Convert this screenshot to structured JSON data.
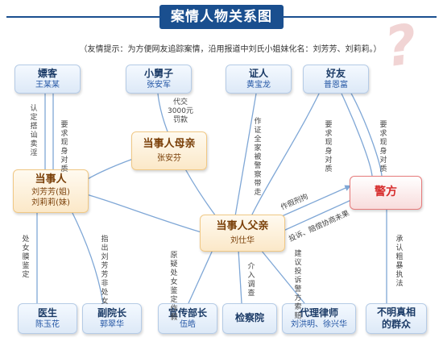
{
  "title": "案情人物关系图",
  "notice": "（友情提示：为方便网友追踪案情，沿用报道中刘氏小姐妹化名：刘芳芳、刘莉莉。）",
  "watermark": "?",
  "colors": {
    "title_bg": "#1a4f8f",
    "line": "#7fa7d6",
    "police": "#d62b2b",
    "party": "#f0c885"
  },
  "nodes": {
    "client": {
      "name": "嫖客",
      "sub": "王某某"
    },
    "uncle": {
      "name": "小舅子",
      "sub": "张安军"
    },
    "witness": {
      "name": "证人",
      "sub": "黄宝龙"
    },
    "friend": {
      "name": "好友",
      "sub": "普恩富"
    },
    "mother": {
      "name": "当事人母亲",
      "sub": "张安芬"
    },
    "party": {
      "name": "当事人",
      "sub1": "刘芳芳(姐)",
      "sub2": "刘莉莉(妹)"
    },
    "police": {
      "name": "警方"
    },
    "father": {
      "name": "当事人父亲",
      "sub": "刘仕华"
    },
    "doctor": {
      "name": "医生",
      "sub": "陈玉花"
    },
    "vice_dean": {
      "name": "副院长",
      "sub": "郭翠华"
    },
    "propaganda": {
      "name": "宣传部长",
      "sub": "伍皓"
    },
    "procuratorate": {
      "name": "检察院"
    },
    "lawyer": {
      "name": "代理律师",
      "sub": "刘洪明、徐兴华"
    },
    "public": {
      "name1": "不明真相",
      "name2": "的群众"
    }
  },
  "edge_labels": {
    "client_party_1": "认定搭讪卖淫",
    "client_party_2": "要求现身对质",
    "uncle_father": "代交\n3000元\n罚款",
    "witness_father": "作证全家被警察带走",
    "friend_father": "要求现身对质",
    "friend_police": "要求现身对质",
    "father_police_top": "作假刑拘",
    "father_police_bottom": "投诉、赔偿协商未果",
    "party_doctor": "处女膜鉴定",
    "party_vicedean": "指出刘芳芳非处女",
    "propaganda": "原疑处女鉴定作假",
    "procuratorate": "介入调查",
    "lawyer": "建议投诉警方索赔",
    "police_public": "承认粗暴执法"
  }
}
